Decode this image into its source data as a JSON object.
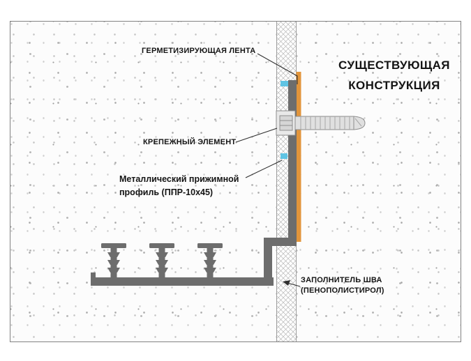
{
  "diagram": {
    "callouts": {
      "sealing_tape": {
        "label": "ГЕРМЕТИЗИРУЮЩАЯ ЛЕНТА"
      },
      "existing_structure": {
        "line1": "СУЩЕСТВУЮЩАЯ",
        "line2": "КОНСТРУКЦИЯ"
      },
      "fastener": {
        "label": "КРЕПЕЖНЫЙ ЭЛЕМЕНТ"
      },
      "pressure_profile": {
        "line1": "Металлический прижимной",
        "line2": "профиль (ППР-10х45)"
      },
      "joint_filler": {
        "line1": "ЗАПОЛНИТЕЛЬ ШВА",
        "line2": "(ПЕНОПОЛИСТИРОЛ)"
      }
    },
    "colors": {
      "profile_gray": "#6d6d6d",
      "membrane_orange": "#e2953b",
      "tape_cyan": "#5fc4e4",
      "hatch_line": "#b8b8b8",
      "leader": "#2e2e2e"
    }
  }
}
